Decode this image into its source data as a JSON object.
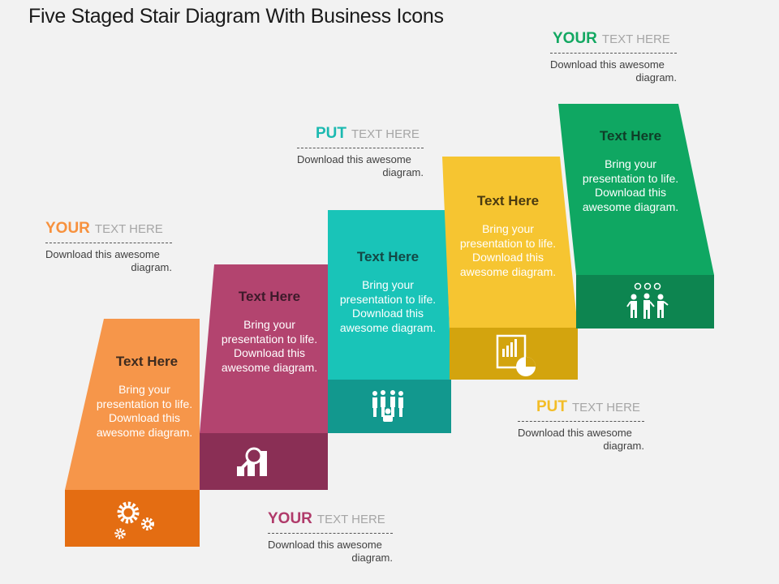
{
  "title": "Five Staged Stair Diagram With Business Icons",
  "steps": [
    {
      "title": "Text Here",
      "line1": "Bring your",
      "line2": "presentation to life.",
      "line3": "Download this",
      "line4": "awesome diagram.",
      "front_color": "#f6964a",
      "base_color": "#e46d12",
      "icon": "gears-icon"
    },
    {
      "title": "Text Here",
      "line1": "Bring your",
      "line2": "presentation to life.",
      "line3": "Download this",
      "line4": "awesome diagram.",
      "front_color": "#b3446f",
      "base_color": "#8a2f55",
      "icon": "magnifier-chart-icon"
    },
    {
      "title": "Text Here",
      "line1": "Bring your",
      "line2": "presentation to life.",
      "line3": "Download this",
      "line4": "awesome diagram.",
      "front_color": "#19c4b8",
      "base_color": "#12988e",
      "icon": "team-icon"
    },
    {
      "title": "Text Here",
      "line1": "Bring your",
      "line2": "presentation to life.",
      "line3": "Download this",
      "line4": "awesome diagram.",
      "front_color": "#f6c531",
      "base_color": "#d3a40e",
      "icon": "report-icon"
    },
    {
      "title": "Text Here",
      "line1": "Bring your",
      "line2": "presentation to life.",
      "line3": "Download this",
      "line4": "awesome diagram.",
      "front_color": "#0fa762",
      "base_color": "#0d8550",
      "icon": "people-ideas-icon"
    }
  ],
  "callouts": [
    {
      "keyword": "YOUR",
      "rest": "TEXT HERE",
      "color": "#f7913d",
      "line1": "Download this awesome",
      "line2": "diagram."
    },
    {
      "keyword": "YOUR",
      "rest": "TEXT HERE",
      "color": "#b03a6a",
      "line1": "Download this awesome",
      "line2": "diagram."
    },
    {
      "keyword": "PUT",
      "rest": "TEXT HERE",
      "color": "#1bb9b0",
      "line1": "Download this awesome",
      "line2": "diagram."
    },
    {
      "keyword": "PUT",
      "rest": "TEXT HERE",
      "color": "#f3bd27",
      "line1": "Download this awesome",
      "line2": "diagram."
    },
    {
      "keyword": "YOUR",
      "rest": "TEXT HERE",
      "color": "#13a862",
      "line1": "Download this awesome",
      "line2": "diagram."
    }
  ]
}
